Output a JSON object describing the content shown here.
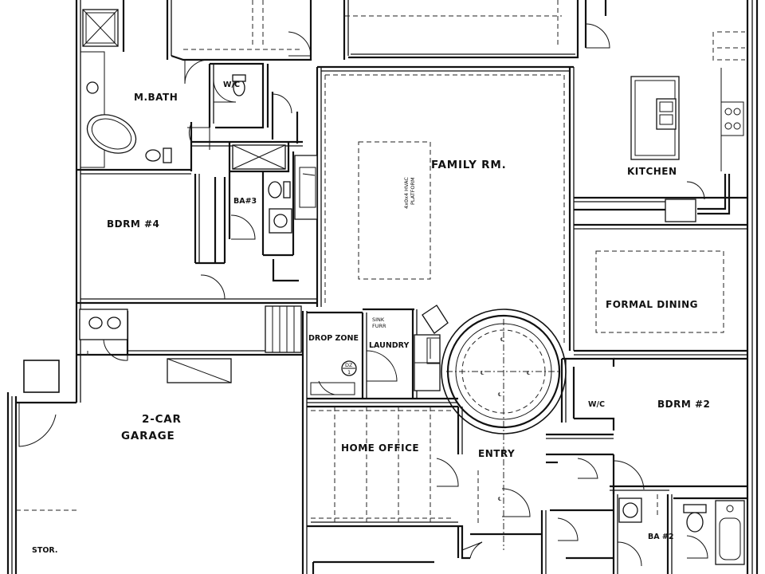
{
  "rooms": {
    "mbath": "M.BATH",
    "wic_master": "W/C",
    "family": "FAMILY RM.",
    "kitchen": "KITCHEN",
    "bdrm4": "BDRM #4",
    "bath3": "BA#3",
    "formal_dining": "FORMAL DINING",
    "drop_zone": "DROP ZONE",
    "laundry": "LAUNDRY",
    "garage_line1": "2-CAR",
    "garage_line2": "GARAGE",
    "home_office": "HOME OFFICE",
    "entry": "ENTRY",
    "wic_bdrm2": "W/C",
    "bdrm2": "BDRM #2",
    "bath2": "BA #2",
    "storage": "STOR."
  },
  "notes": {
    "hvac_line1": "4x0x4 HVAC",
    "hvac_line2": "PLATFORM",
    "sink_line1": "SINK",
    "sink_line2": "FURR",
    "dz_tag": "DZ",
    "dz_num": "1"
  }
}
